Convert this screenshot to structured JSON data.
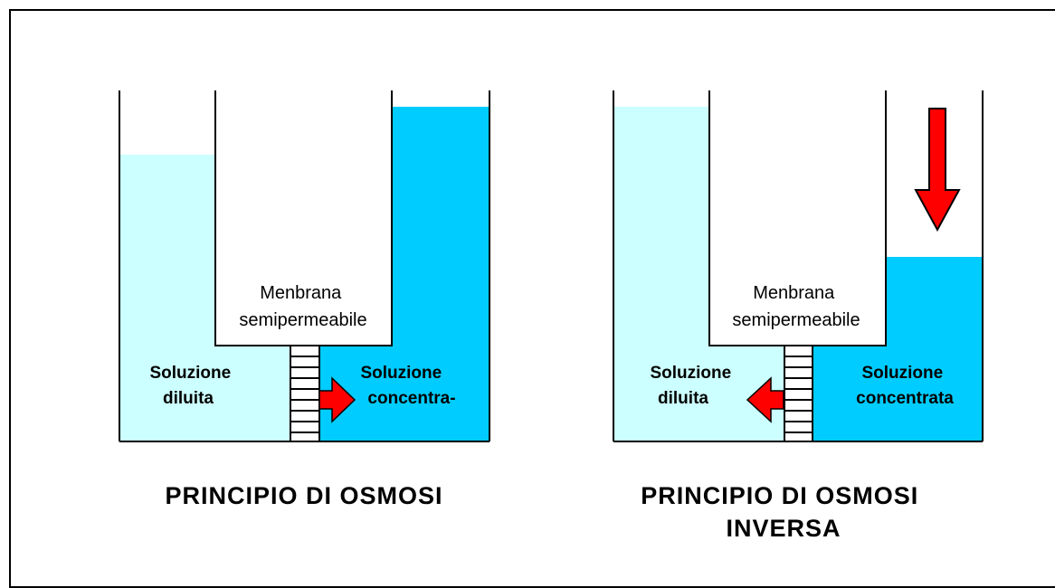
{
  "colors": {
    "dilute": "#ccffff",
    "concentrated": "#00ccff",
    "arrow": "#ff0000",
    "outline": "#000000"
  },
  "panels": [
    {
      "membrane_label": [
        "Menbrana",
        "semipermeabile"
      ],
      "left_label": [
        "Soluzione",
        "diluita"
      ],
      "right_label": [
        "Soluzione",
        "concentra-"
      ],
      "title": [
        "PRINCIPIO DI OSMOSI"
      ],
      "flow_arrow": "arrow-right-icon"
    },
    {
      "membrane_label": [
        "Menbrana",
        "semipermeabile"
      ],
      "left_label": [
        "Soluzione",
        "diluita"
      ],
      "right_label": [
        "Soluzione",
        "concentrata"
      ],
      "title": [
        "PRINCIPIO DI OSMOSI",
        "INVERSA"
      ],
      "flow_arrow": "arrow-left-icon",
      "pressure_arrow": "arrow-down-icon"
    }
  ]
}
